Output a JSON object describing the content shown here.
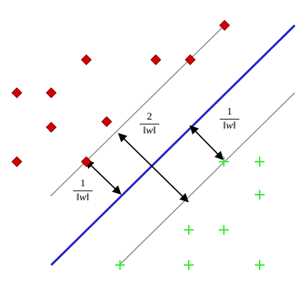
{
  "colors": {
    "hyperplane": "#1f22c8",
    "margin_line": "#7a7a7a",
    "class_neg": "#d40000",
    "class_neg_stroke": "#7a0000",
    "class_pos": "#33ee33",
    "arrow": "#000000"
  },
  "labels": {
    "margin_total": {
      "num": "2",
      "den": "‖w‖"
    },
    "margin_right": {
      "num": "1",
      "den": "‖w‖"
    },
    "margin_left": {
      "num": "1",
      "den": "‖w‖"
    }
  },
  "icons": {
    "negative_class_marker": "red-diamond-icon",
    "positive_class_marker": "green-plus-icon"
  }
}
